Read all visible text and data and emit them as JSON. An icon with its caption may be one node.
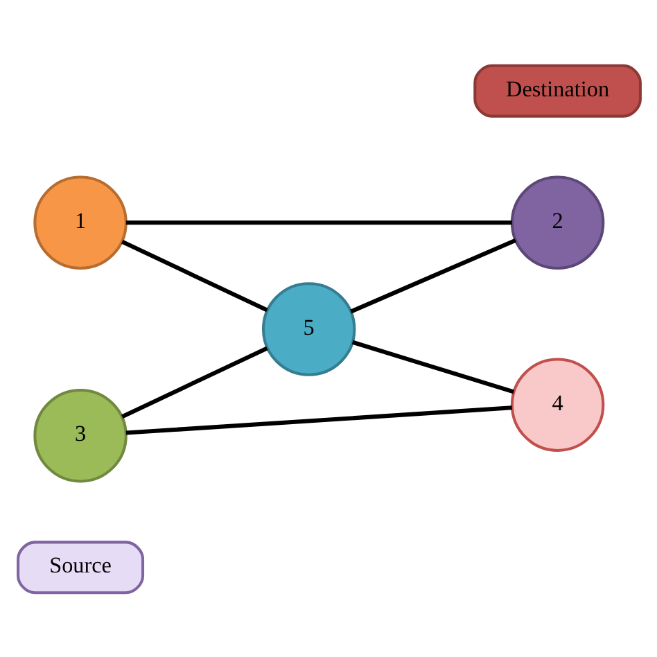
{
  "diagram": {
    "nodes": [
      {
        "text": [
          "Source"
        ]
      },
      {
        "text": [
          "1"
        ]
      },
      {
        "text": [
          "2"
        ]
      },
      {
        "text": [
          "5"
        ]
      },
      {
        "text": [
          "3"
        ]
      },
      {
        "text": [
          "4"
        ]
      },
      {
        "text": [
          "Destination"
        ]
      }
    ],
    "edges": [
      {
        "from": 1,
        "to": 2,
        "arrow": "none"
      },
      {
        "from": 1,
        "to": 3,
        "arrow": "none"
      },
      {
        "from": 3,
        "to": 2,
        "arrow": "none"
      },
      {
        "from": 3,
        "to": 4,
        "arrow": "none"
      },
      {
        "from": 3,
        "to": 5,
        "arrow": "none"
      },
      {
        "from": 4,
        "to": 5,
        "arrow": "none"
      }
    ]
  }
}
